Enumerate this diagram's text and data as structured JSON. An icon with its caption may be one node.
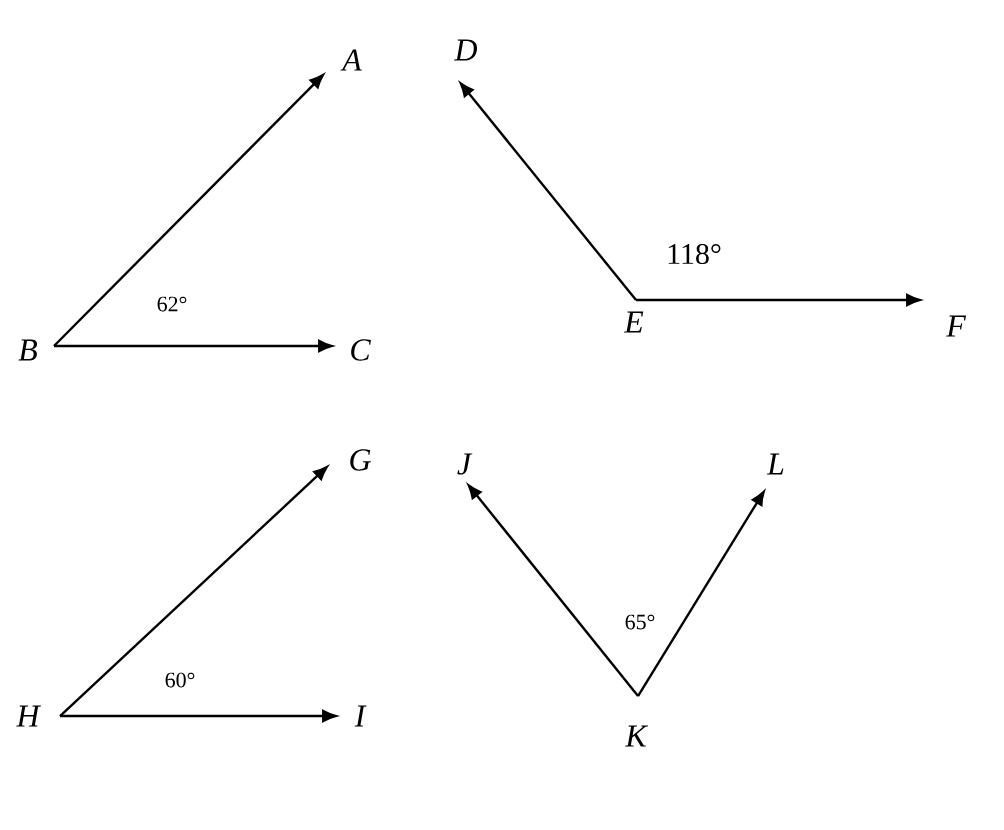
{
  "diagram": {
    "nodes": [
      {
        "text": [
          "A"
        ]
      },
      {
        "text": [
          "D"
        ]
      },
      {
        "text": [
          "B"
        ]
      },
      {
        "text": [
          "C"
        ]
      },
      {
        "text": [
          "E"
        ]
      },
      {
        "text": [
          "F"
        ]
      },
      {
        "text": [
          "G"
        ]
      },
      {
        "text": [
          "J"
        ]
      },
      {
        "text": [
          "L"
        ]
      },
      {
        "text": [
          "H"
        ]
      },
      {
        "text": [
          "I"
        ]
      },
      {
        "text": [
          "K"
        ]
      }
    ],
    "edges": [
      {
        "from": 2,
        "to": 0,
        "arrow": "to"
      },
      {
        "from": 2,
        "to": 3,
        "arrow": "to"
      },
      {
        "from": 4,
        "to": 1,
        "arrow": "to"
      },
      {
        "from": 4,
        "to": 5,
        "arrow": "to"
      },
      {
        "from": 9,
        "to": 6,
        "arrow": "to"
      },
      {
        "from": 9,
        "to": 10,
        "arrow": "to"
      },
      {
        "from": 11,
        "to": 7,
        "arrow": "to"
      },
      {
        "from": 11,
        "to": 8,
        "arrow": "to"
      }
    ],
    "labels": [
      "118°",
      "62°",
      "65°",
      "60°"
    ]
  }
}
